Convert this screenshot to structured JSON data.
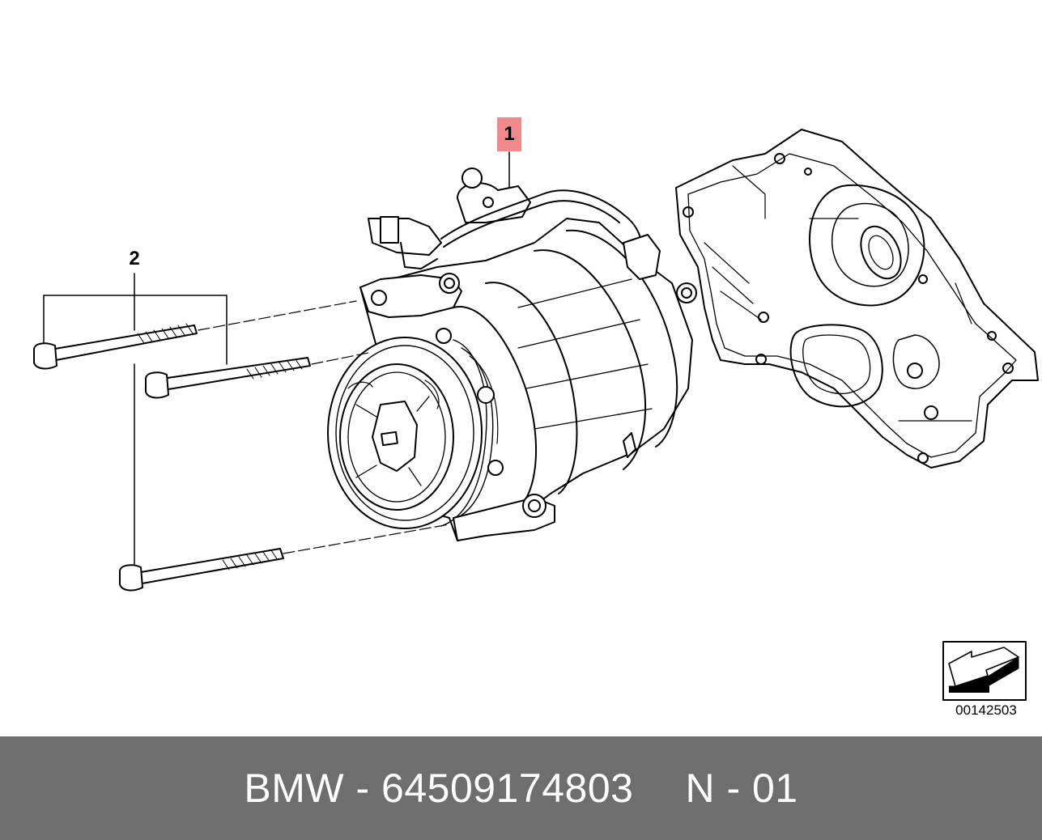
{
  "diagram": {
    "callouts": [
      "1",
      "2"
    ],
    "reference_code": "00142503",
    "reference_icon": "orientation-arrow-icon",
    "parts": [
      "ac-compressor",
      "mounting-bolt",
      "timing-case-cover"
    ]
  },
  "footer": {
    "brand": "BMW",
    "separator": "-",
    "part_number": "64509174803",
    "note": "N - 01"
  },
  "colors": {
    "callout_highlight": "#f08a8a",
    "footer_background": "#6e6e6e",
    "footer_text": "#ffffff",
    "line_art": "#000000"
  }
}
